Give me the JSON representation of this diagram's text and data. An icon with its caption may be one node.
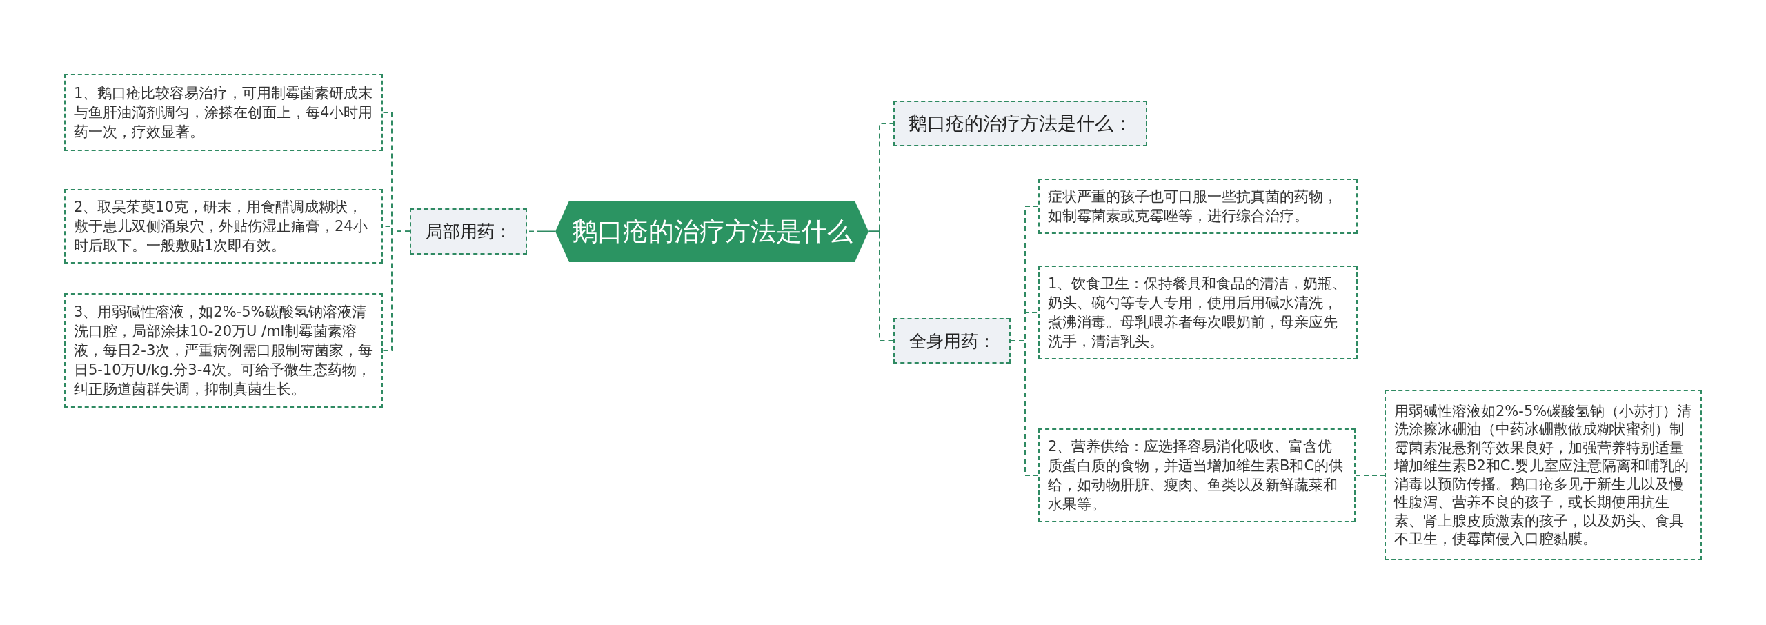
{
  "diagram": {
    "nodes": [
      {
        "text": [
          "鹅口疮的治疗方法是什么"
        ]
      },
      {
        "text": [
          "局部用药："
        ]
      },
      {
        "text": [
          "1、鹅口疮比较容易治疗，可用制霉菌素研成末与鱼肝油滴剂调匀，涂搽在创面上，每4小时用药一次，疗效显著。"
        ]
      },
      {
        "text": [
          "2、取吴茱萸10克，研末，用食醋调成糊状，敷于患儿双侧涌泉穴，外贴伤湿止痛膏，24小时后取下。一般敷贴1次即有效。"
        ]
      },
      {
        "text": [
          "3、用弱碱性溶液，如2%-5%碳酸氢钠溶液清洗口腔，局部涂抹10-20万U /ml制霉菌素溶液，每日2-3次，严重病例需口服制霉菌家，每日5-10万U/kg.分3-4次。可给予微生态药物，纠正肠道菌群失调，抑制真菌生长。"
        ]
      },
      {
        "text": [
          "鹅口疮的治疗方法是什么："
        ]
      },
      {
        "text": [
          "全身用药："
        ]
      },
      {
        "text": [
          "症状严重的孩子也可口服一些抗真菌的药物，如制霉菌素或克霉唑等，进行综合治疗。"
        ]
      },
      {
        "text": [
          "1、饮食卫生：保持餐具和食品的清洁，奶瓶、奶头、碗勺等专人专用，使用后用碱水清洗，煮沸消毒。母乳喂养者每次喂奶前，母亲应先洗手，清洁乳头。"
        ]
      },
      {
        "text": [
          "2、营养供给：应选择容易消化吸收、富含优质蛋白质的食物，并适当增加维生素B和C的供给，如动物肝脏、瘦肉、鱼类以及新鲜蔬菜和水果等。"
        ]
      },
      {
        "text": [
          "用弱碱性溶液如2%-5%碳酸氢钠（小苏打）清洗涂擦冰硼油（中药冰硼散做成糊状蜜剂）制霉菌素混悬剂等效果良好，加强营养特别适量增加维生素B2和C.婴儿室应注意隔离和哺乳的消毒以预防传播。鹅口疮多见于新生儿以及慢性腹泻、营养不良的孩子，或长期使用抗生素、肾上腺皮质激素的孩子，以及奶头、食具不卫生，使霉菌侵入口腔黏膜。"
        ]
      }
    ],
    "edges": [
      {
        "from": 0,
        "to": 1,
        "arrow": "none"
      },
      {
        "from": 1,
        "to": 2,
        "arrow": "none",
        "style": "dashed"
      },
      {
        "from": 1,
        "to": 3,
        "arrow": "none",
        "style": "dashed"
      },
      {
        "from": 1,
        "to": 4,
        "arrow": "none",
        "style": "dashed"
      },
      {
        "from": 0,
        "to": 5,
        "arrow": "none"
      },
      {
        "from": 0,
        "to": 6,
        "arrow": "none"
      },
      {
        "from": 6,
        "to": 7,
        "arrow": "none",
        "style": "dashed"
      },
      {
        "from": 6,
        "to": 8,
        "arrow": "none",
        "style": "dashed"
      },
      {
        "from": 6,
        "to": 9,
        "arrow": "none",
        "style": "dashed"
      },
      {
        "from": 9,
        "to": 10,
        "arrow": "none",
        "style": "dashed"
      }
    ]
  }
}
